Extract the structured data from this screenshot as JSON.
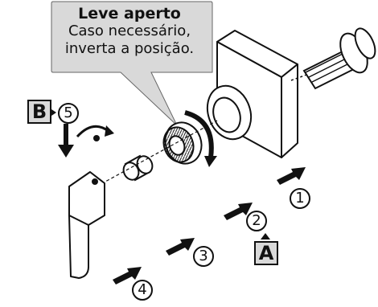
{
  "callout": {
    "title": "Leve aperto",
    "line1": "Caso necessário,",
    "line2": "inverta a posição."
  },
  "labels": {
    "A": "A",
    "B": "B"
  },
  "steps": [
    "1",
    "2",
    "3",
    "4",
    "5"
  ],
  "colors": {
    "callout_bg": "#d9d9d9",
    "label_bg": "#d9d9d9",
    "ink": "#111111"
  }
}
